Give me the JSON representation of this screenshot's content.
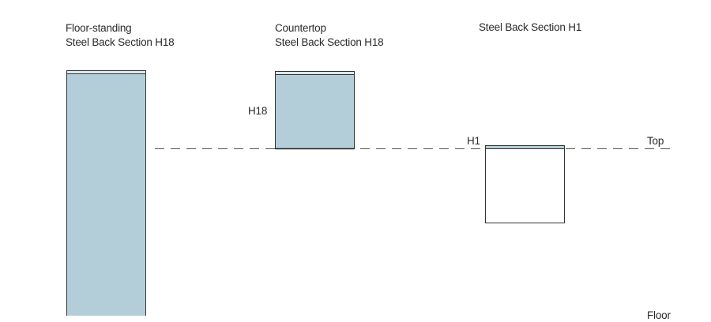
{
  "sections": [
    {
      "id": "floor-standing",
      "title_line1": "Floor-standing",
      "title_line2": "Steel Back Section H18",
      "height_label": ""
    },
    {
      "id": "countertop",
      "title_line1": "Countertop",
      "title_line2": "Steel Back Section H18",
      "height_label": "H18"
    },
    {
      "id": "h1",
      "title_line1": "",
      "title_line2": "Steel Back Section H1",
      "height_label": "H1"
    }
  ],
  "reference_lines": {
    "top_label": "Top",
    "floor_label": "Floor"
  },
  "colors": {
    "section_fill": "#b3ced9",
    "section_cap": "#9dbccb",
    "section_outline": "#333333",
    "dash_line": "#555555",
    "empty_fill": "#ffffff"
  }
}
